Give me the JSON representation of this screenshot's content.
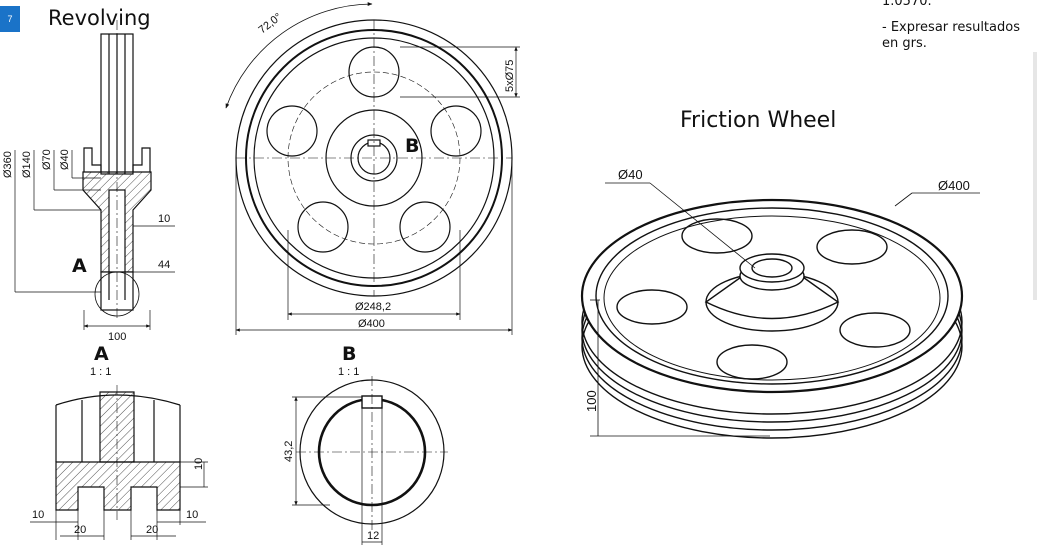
{
  "header": {
    "badge_text": "7",
    "accent_color": "#1a73c8"
  },
  "titles": {
    "revolving": "Revolving",
    "friction": "Friction Wheel"
  },
  "notes": {
    "line1": "1.0570.",
    "line2": "- Expresar resultados",
    "line3": "en grs."
  },
  "views": {
    "detail_a_letter": "A",
    "detail_b_letter": "B",
    "section_letter_a": "A",
    "section_letter_b": "B",
    "scale_a": "1 : 1",
    "scale_b": "1 : 1"
  },
  "dimensions": {
    "d360": "Ø360",
    "d140": "Ø140",
    "d70": "Ø70",
    "d40": "Ø40",
    "w10": "10",
    "w44": "44",
    "w100": "100",
    "angle": "72,0°",
    "holes": "5xØ75",
    "d248": "Ø248,2",
    "d400": "Ø400",
    "a10a": "10",
    "a10b": "10",
    "a10c": "10",
    "a20a": "20",
    "a20b": "20",
    "b432": "43,2",
    "b12": "12",
    "fw40": "Ø40",
    "fw400": "Ø400",
    "fw100": "100"
  }
}
